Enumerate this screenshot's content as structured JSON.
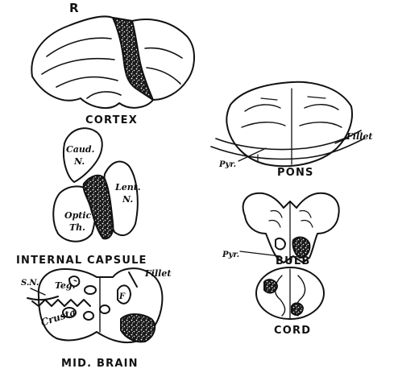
{
  "colors": {
    "ink": "#111111",
    "paper": "#ffffff",
    "lesion": "#1a1a1a"
  },
  "panels": {
    "cortex": {
      "title": "CORTEX",
      "marker": "R"
    },
    "internal_capsule": {
      "title": "INTERNAL CAPSULE",
      "caudate": [
        "Caud.",
        "N."
      ],
      "lenticular": [
        "Lent.",
        "N."
      ],
      "thalamus": [
        "Optic",
        "Th."
      ]
    },
    "mid_brain": {
      "title": "MID. BRAIN",
      "sn": "S.N.",
      "teg": "Teg.",
      "crusta": "Crusta",
      "fillet": "Fillet",
      "f": "F"
    },
    "pons": {
      "title": "PONS",
      "fillet": "Fillet",
      "pyr": "Pyr."
    },
    "bulb": {
      "title": "BULB",
      "pyr": "Pyr."
    },
    "cord": {
      "title": "CORD"
    }
  }
}
